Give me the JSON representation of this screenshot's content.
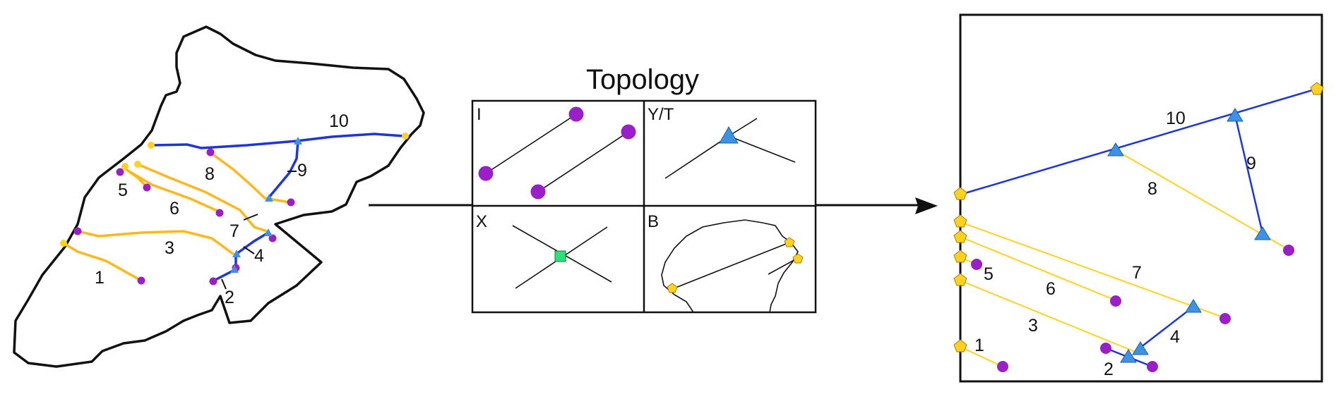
{
  "heading": "Topology",
  "quadrants": [
    {
      "key": "I",
      "label": "I"
    },
    {
      "key": "YT",
      "label": "Y/T"
    },
    {
      "key": "X",
      "label": "X"
    },
    {
      "key": "B",
      "label": "B"
    }
  ],
  "reach_labels": [
    "1",
    "2",
    "3",
    "4",
    "5",
    "6",
    "7",
    "8",
    "9",
    "10"
  ],
  "colors": {
    "outline": "#111111",
    "yellow_reach": "#FFB81C",
    "blue_reach": "#1E35D9",
    "purple_node": "#9B1FC9",
    "yellow_node": "#FFD21F",
    "blue_node": "#3C93E6",
    "green_node": "#2EE07A",
    "arrow": "#111111"
  },
  "icons": {
    "endpoint": "purple-circle",
    "boundary": "yellow-pentagon",
    "confluence": "blue-triangle",
    "crossing": "green-square"
  }
}
